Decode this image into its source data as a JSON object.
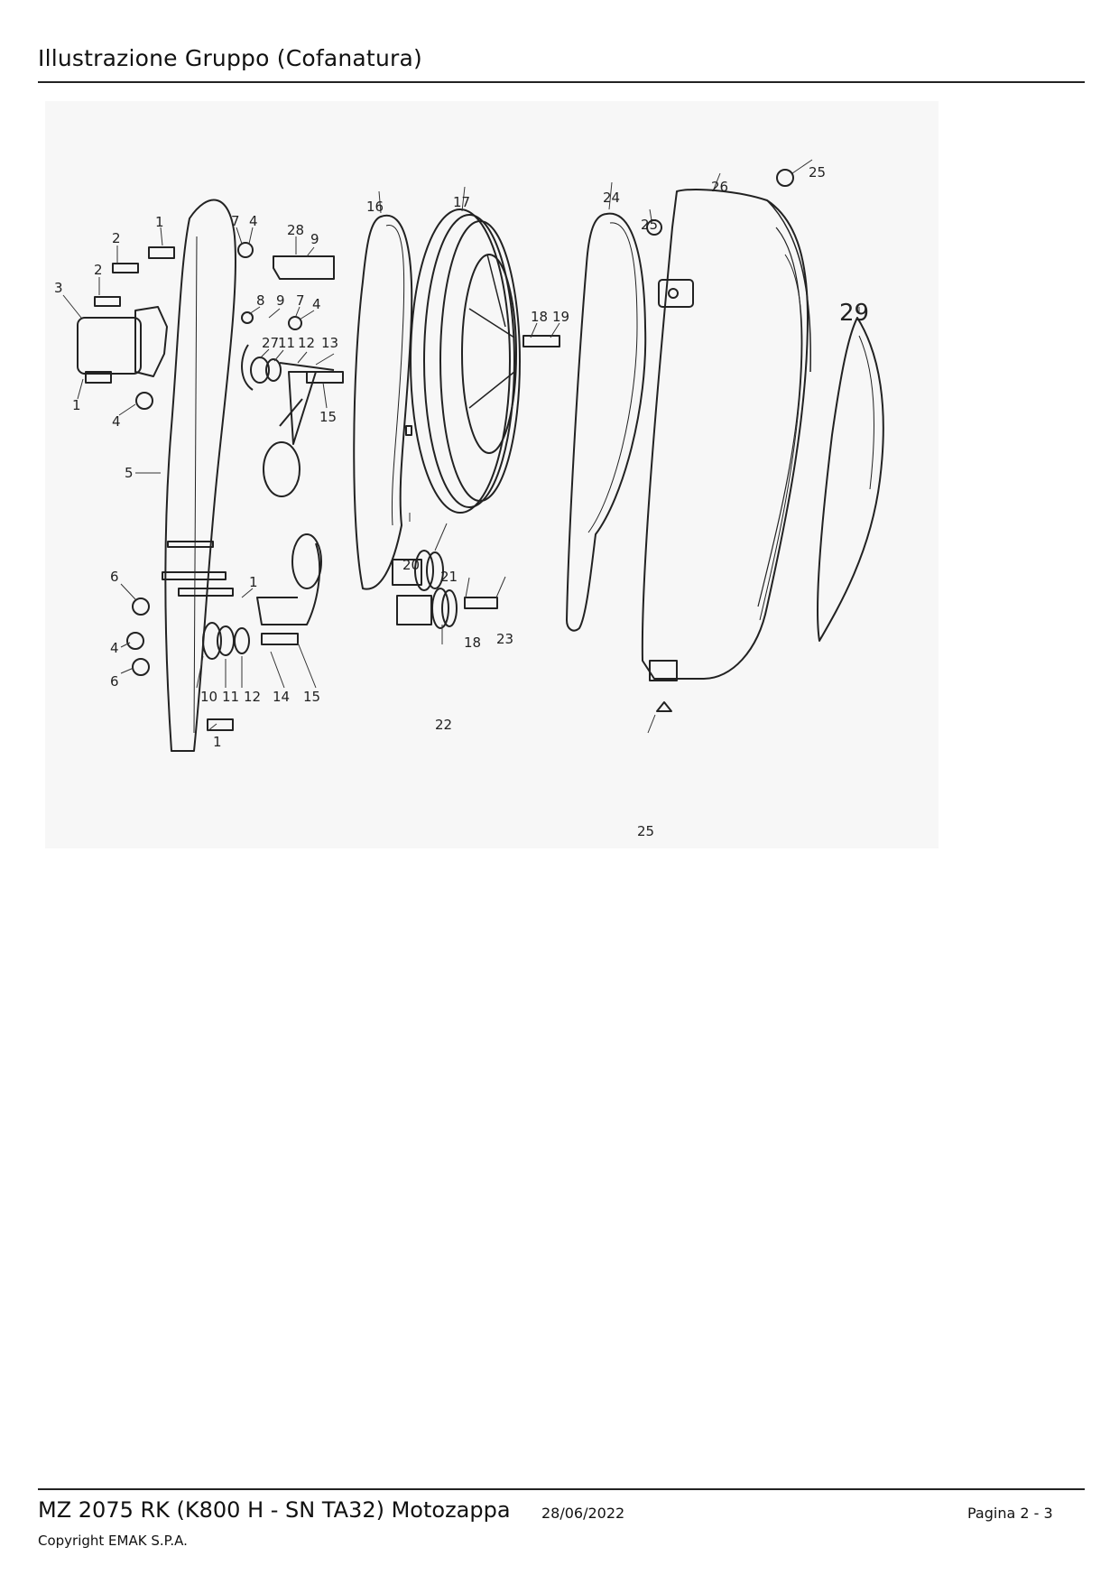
{
  "header": {
    "title": "Illustrazione  Gruppo (Cofanatura)"
  },
  "diagram": {
    "labels": [
      "1",
      "2",
      "2",
      "3",
      "1",
      "4",
      "5",
      "7",
      "4",
      "28",
      "9",
      "8",
      "9",
      "7",
      "4",
      "27",
      "11",
      "12",
      "13",
      "15",
      "6",
      "4",
      "6",
      "1",
      "10",
      "11",
      "12",
      "14",
      "15",
      "1",
      "16",
      "17",
      "18",
      "19",
      "20",
      "21",
      "18",
      "23",
      "22",
      "24",
      "25",
      "26",
      "25",
      "29",
      "25"
    ]
  },
  "footer": {
    "model": "MZ 2075 RK (K800 H - SN TA32) Motozappa",
    "date": "28/06/2022",
    "page": "Pagina 2 - 3",
    "copyright": "Copyright EMAK S.P.A."
  }
}
